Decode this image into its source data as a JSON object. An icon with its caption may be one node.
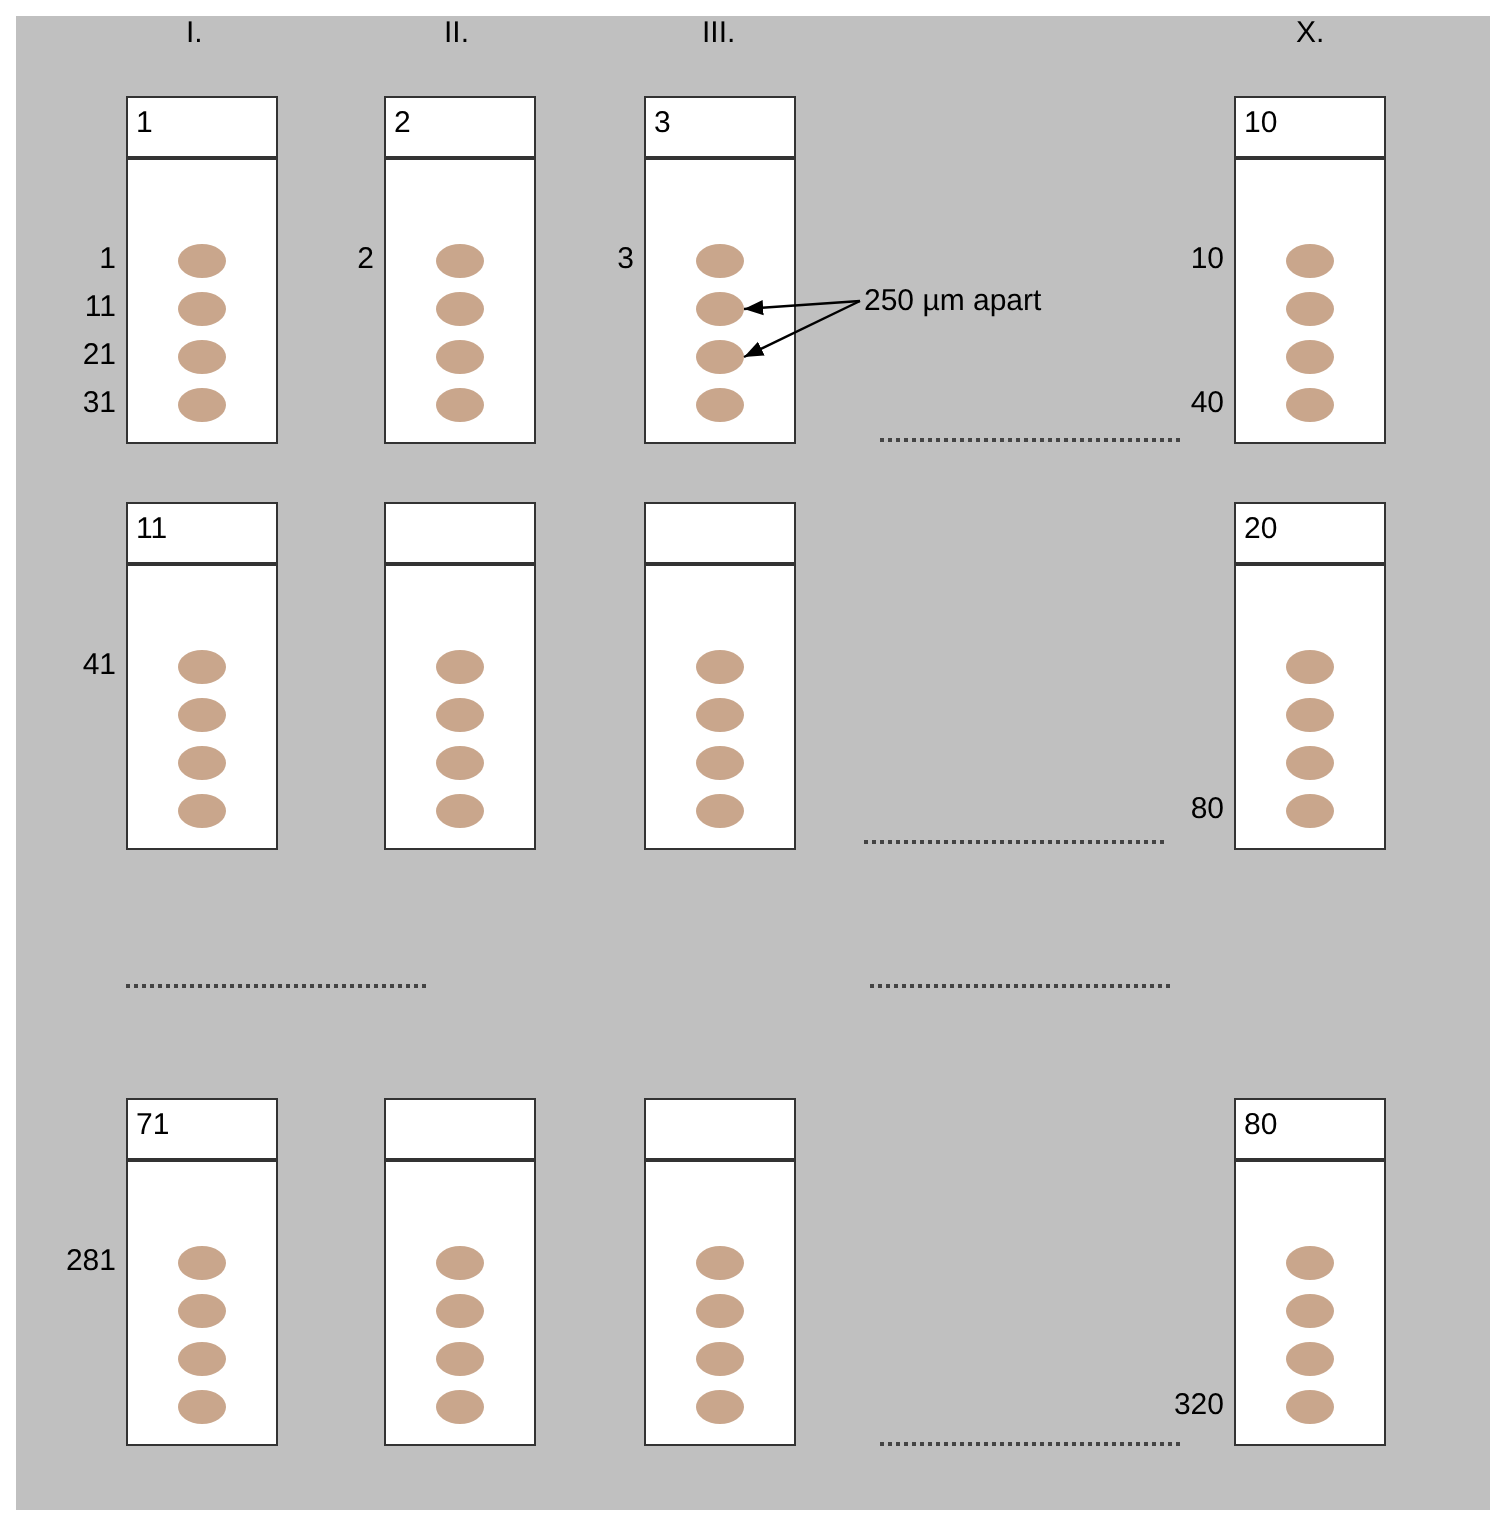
{
  "diagram": {
    "nodes": [
      {
        "text": [
          "1"
        ],
        "beside": [
          "1",
          "11",
          "21",
          "31"
        ]
      },
      {
        "text": [
          "2"
        ],
        "beside": [
          "2"
        ]
      },
      {
        "text": [
          "3"
        ],
        "beside": [
          "3"
        ]
      },
      {
        "text": [],
        "shape": "circle",
        "in": 2
      },
      {
        "text": [],
        "shape": "circle",
        "in": 2
      },
      {
        "text": [],
        "shape": "circle",
        "in": 2
      },
      {
        "text": [],
        "shape": "circle",
        "in": 2
      },
      {
        "text": [
          "250 µm apart"
        ]
      },
      {
        "text": [
          "10"
        ],
        "beside": [
          "10",
          "40"
        ]
      },
      {
        "text": [
          "11"
        ],
        "beside": [
          "41"
        ]
      },
      {
        "text": [],
        "shape": "box"
      },
      {
        "text": [],
        "shape": "box"
      },
      {
        "text": [
          "20"
        ],
        "beside": [
          "80"
        ]
      },
      {
        "text": [
          "71"
        ],
        "beside": [
          "281"
        ]
      },
      {
        "text": [],
        "shape": "box"
      },
      {
        "text": [],
        "shape": "box"
      },
      {
        "text": [
          "80"
        ],
        "beside": [
          "320"
        ]
      }
    ],
    "edges": [
      {
        "from": 7,
        "to": 4,
        "arrow": "to"
      },
      {
        "from": 7,
        "to": 5,
        "arrow": "to"
      }
    ],
    "labels": [
      "I.",
      "II.",
      "III.",
      "X."
    ]
  }
}
